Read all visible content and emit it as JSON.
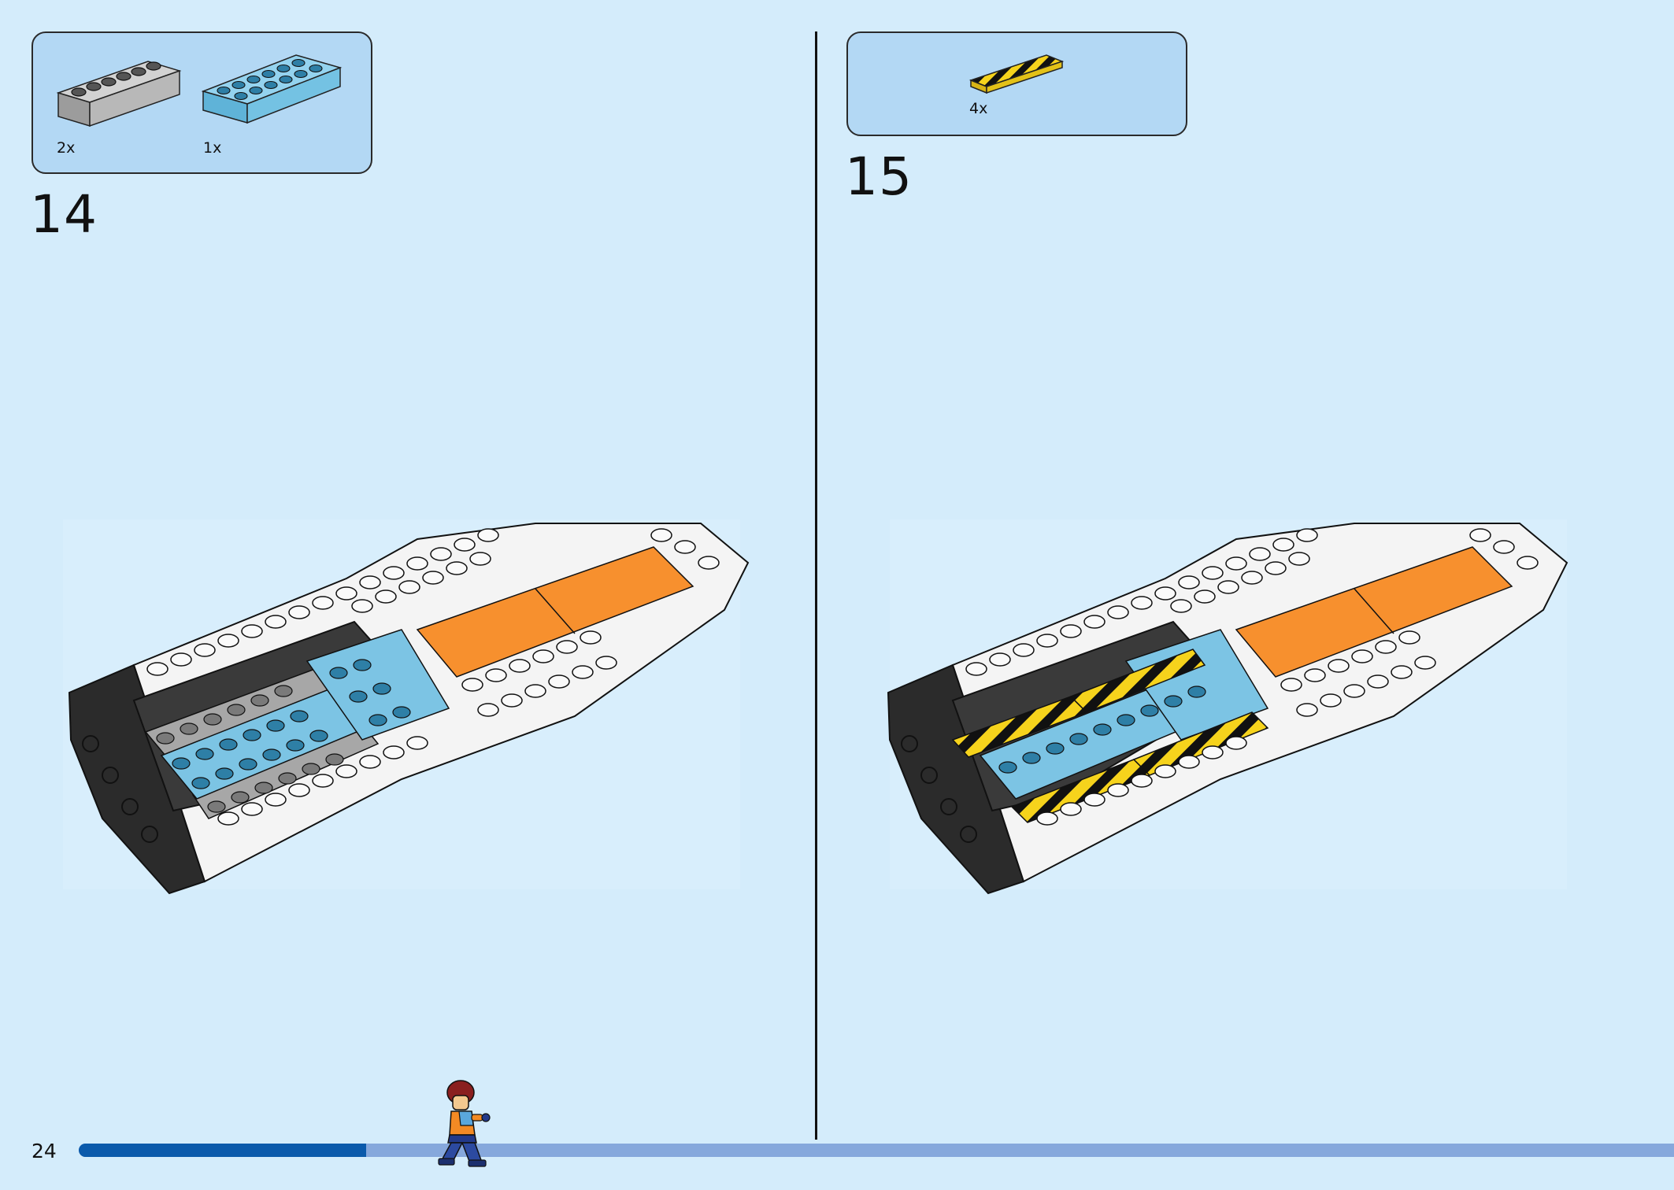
{
  "page": {
    "number": "24",
    "progress": 0.18
  },
  "steps": [
    {
      "number": "14",
      "parts": [
        {
          "name": "gray-brick-1x6",
          "quantity": "2x",
          "color": "#bcbcbc"
        },
        {
          "name": "light-blue-plate-2x6",
          "quantity": "1x",
          "color": "#7cc4e4"
        }
      ]
    },
    {
      "number": "15",
      "parts": [
        {
          "name": "hazard-stripe-tile-1x4",
          "quantity": "4x",
          "color": "#f6d31c"
        }
      ]
    }
  ],
  "colors": {
    "background": "#d4ecfb",
    "parts_box": "#b3d8f4",
    "hull_white": "#f4f4f4",
    "hull_black": "#2b2b2b",
    "orange": "#f7902e",
    "light_blue": "#7cc4e4",
    "gray": "#a7a7a7",
    "hazard_yellow": "#f6d31c",
    "progress_done": "#0b5aab",
    "progress_remaining": "#86a8dc"
  }
}
